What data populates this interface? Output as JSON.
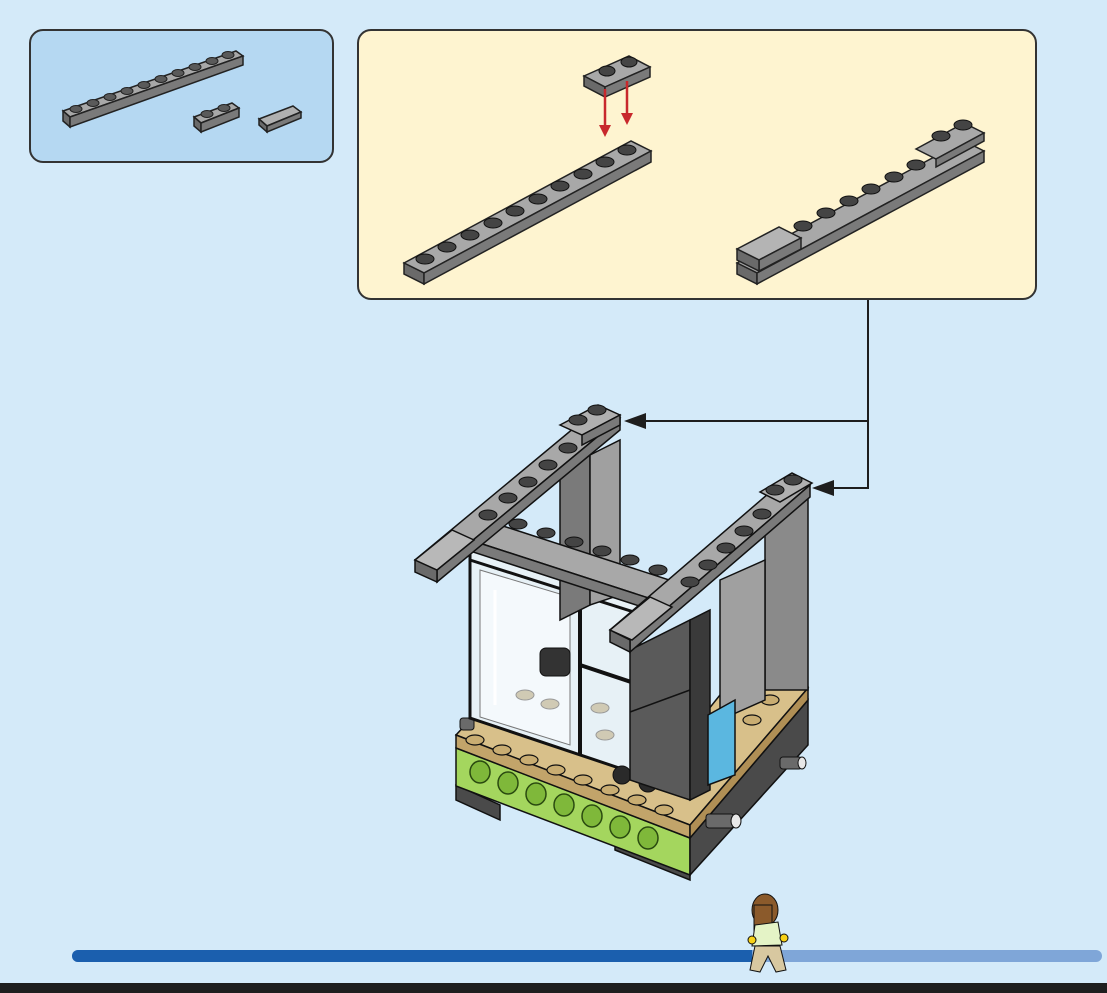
{
  "page": {
    "background": "#d4eaf9"
  },
  "parts_list": {
    "background": "#b5d8f2",
    "parts": [
      {
        "name": "plate-1x10",
        "color": "#8c8c8c",
        "count": 1
      },
      {
        "name": "plate-1x2",
        "color": "#8c8c8c",
        "count": 1
      },
      {
        "name": "tile-1x2",
        "color": "#8c8c8c",
        "count": 1
      }
    ]
  },
  "sub_assembly": {
    "background": "#fef4d0",
    "arrow_color": "#c8282c",
    "connector_color": "#1e1e1e"
  },
  "model": {
    "colors": {
      "grey": "#8c8c8c",
      "dark_grey": "#4a4a4a",
      "tan": "#d8c08a",
      "lime": "#a4d65e",
      "glass": "#e7f1f6",
      "trans_blue": "#5bb7e0"
    }
  },
  "progress": {
    "fraction": 0.66,
    "fill_color": "#1b5fae",
    "track_color": "#7fa6d8"
  },
  "minifigure": {
    "hair": "#8b5a2b",
    "torso": "#e4f3c6",
    "legs": "#d8c8a0",
    "skin": "#f7d117"
  }
}
